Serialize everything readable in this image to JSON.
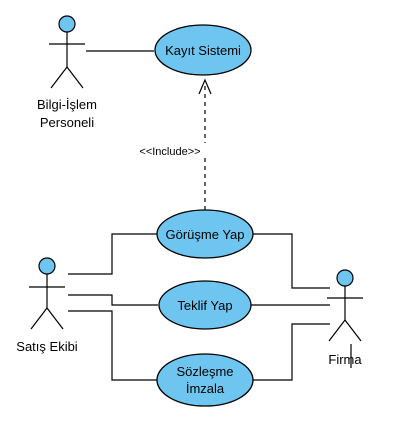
{
  "diagram": {
    "type": "use-case",
    "colors": {
      "use_case_fill": "#6ec6f0",
      "actor_head_fill": "#6ec6f0",
      "stroke": "#000000",
      "background": "#ffffff"
    },
    "actors": {
      "bilgi_islem": {
        "line1": "Bilgi-İşlem",
        "line2": "Personeli"
      },
      "satis": {
        "label": "Satış Ekibi"
      },
      "firma": {
        "label": "Firma"
      }
    },
    "use_cases": {
      "kayit": {
        "label": "Kayıt Sistemi"
      },
      "gorusme": {
        "label": "Görüşme Yap"
      },
      "teklif": {
        "label": "Teklif Yap"
      },
      "sozlesme": {
        "line1": "Sözleşme",
        "line2": "İmzala"
      }
    },
    "relations": {
      "include": {
        "label": "<<Include>>",
        "from": "Görüşme Yap",
        "to": "Kayıt Sistemi"
      }
    }
  }
}
